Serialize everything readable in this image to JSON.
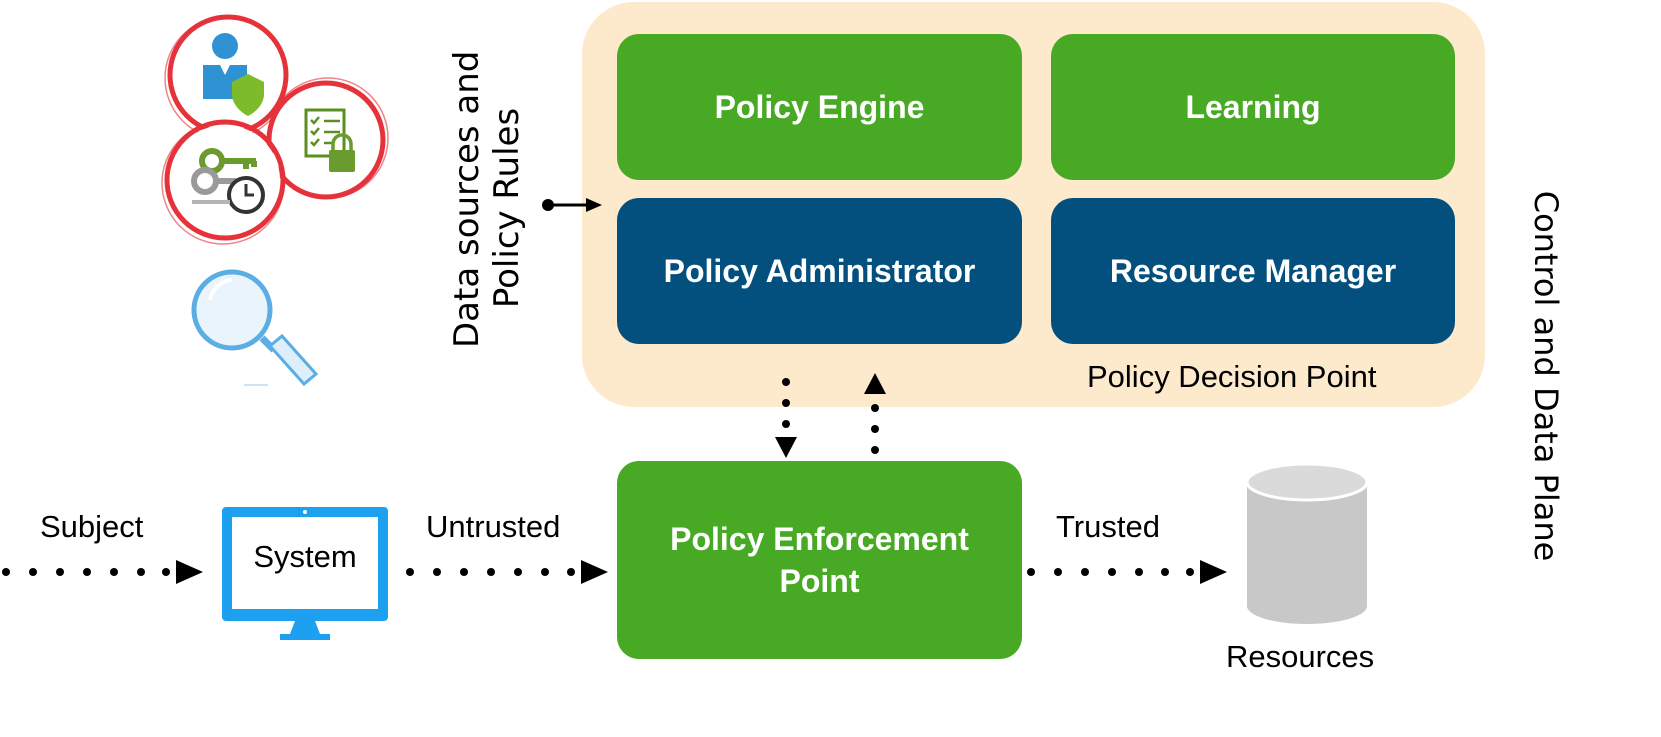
{
  "left_panel": {
    "vertical_label_line1": "Data sources and",
    "vertical_label_line2": "Policy Rules"
  },
  "policy_decision_point": {
    "label": "Policy Decision Point",
    "policy_engine": "Policy Engine",
    "learning": "Learning",
    "policy_administrator": "Policy Administrator",
    "resource_manager": "Resource Manager"
  },
  "flow": {
    "subject": "Subject",
    "system": "System",
    "untrusted": "Untrusted",
    "pep_line1": "Policy Enforcement",
    "pep_line2": "Point",
    "trusted": "Trusted",
    "resources": "Resources"
  },
  "right_label": "Control and Data Plane",
  "colors": {
    "green": "#48a925",
    "blue": "#03507f",
    "panel": "#fde9cc",
    "monitor": "#1ea0f0",
    "cylinder": "#c8c8c8",
    "badge_red": "#e5323b"
  },
  "icons": [
    "user-shield-icon",
    "checklist-lock-icon",
    "keys-clock-icon",
    "magnifier-icon",
    "monitor-icon",
    "database-cylinder-icon"
  ]
}
